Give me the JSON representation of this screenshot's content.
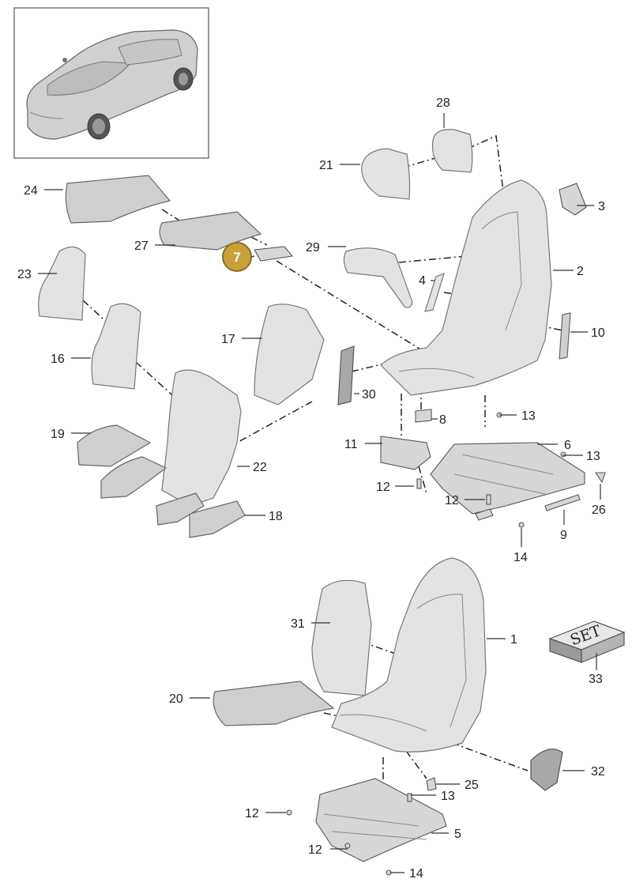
{
  "diagram": {
    "highlighted_part": "7",
    "set_box_text": "SET",
    "labels": {
      "p1": "1",
      "p2": "2",
      "p3": "3",
      "p4": "4",
      "p5": "5",
      "p6": "6",
      "p7": "7",
      "p8": "8",
      "p9": "9",
      "p10": "10",
      "p11": "11",
      "p12a": "12",
      "p12b": "12",
      "p12c": "12",
      "p12d": "12",
      "p13a": "13",
      "p13b": "13",
      "p13c": "13",
      "p14a": "14",
      "p14b": "14",
      "p16": "16",
      "p17": "17",
      "p18": "18",
      "p19": "19",
      "p20": "20",
      "p21": "21",
      "p22": "22",
      "p23": "23",
      "p24": "24",
      "p25": "25",
      "p26": "26",
      "p27": "27",
      "p28": "28",
      "p29": "29",
      "p30": "30",
      "p31": "31",
      "p32": "32",
      "p33": "33"
    },
    "colors": {
      "highlight": "#c9a13a"
    }
  }
}
